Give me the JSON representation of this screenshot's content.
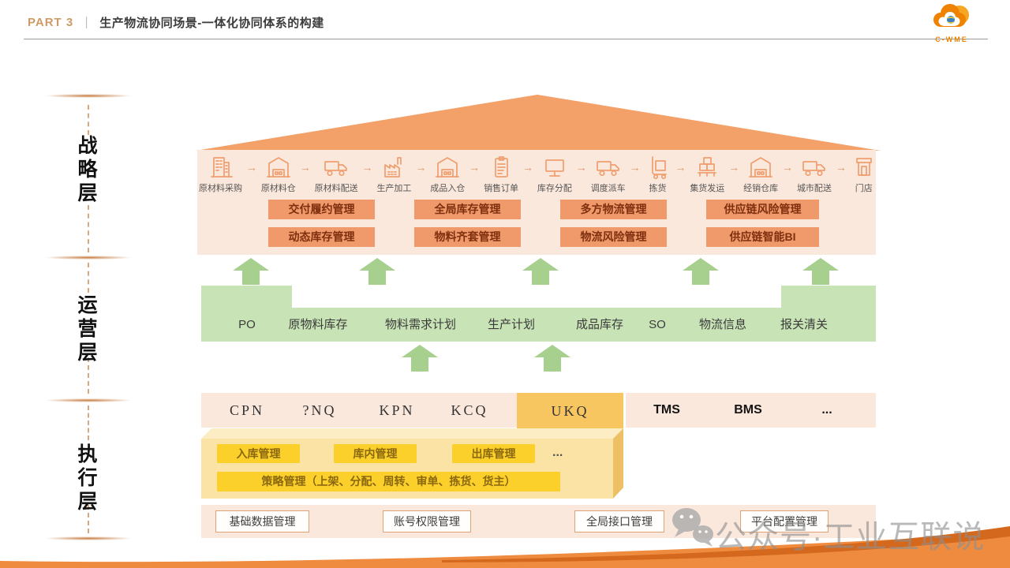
{
  "header": {
    "part_label": "PART 3",
    "divider": "｜",
    "title": "生产物流协同场景-一体化协同体系的构建",
    "logo_text": "C-WME"
  },
  "layers": {
    "strategy_label": "战略层",
    "operations_label": "运营层",
    "execution_label": "执行层"
  },
  "strategy": {
    "chain_arrow": "→",
    "chain": [
      {
        "label": "原材料采购",
        "icon": "building-icon"
      },
      {
        "label": "原材料仓",
        "icon": "warehouse-icon"
      },
      {
        "label": "原材料配送",
        "icon": "truck-icon"
      },
      {
        "label": "生产加工",
        "icon": "factory-icon"
      },
      {
        "label": "成品入仓",
        "icon": "warehouse-icon"
      },
      {
        "label": "销售订单",
        "icon": "order-icon"
      },
      {
        "label": "库存分配",
        "icon": "monitor-icon"
      },
      {
        "label": "调度派车",
        "icon": "truck-icon"
      },
      {
        "label": "拣货",
        "icon": "cart-icon"
      },
      {
        "label": "集货发运",
        "icon": "pallet-icon"
      },
      {
        "label": "经销仓库",
        "icon": "warehouse-icon"
      },
      {
        "label": "城市配送",
        "icon": "truck-icon"
      },
      {
        "label": "门店",
        "icon": "store-icon"
      }
    ],
    "management_buttons": [
      "交付履约管理",
      "全局库存管理",
      "多方物流管理",
      "供应链风险管理",
      "动态库存管理",
      "物料齐套管理",
      "物流风险管理",
      "供应链智能BI"
    ]
  },
  "operations": {
    "items": [
      "PO",
      "原物料库存",
      "物料需求计划",
      "生产计划",
      "成品库存",
      "SO",
      "物流信息",
      "报关清关"
    ]
  },
  "execution": {
    "wms_tabs": [
      "CPN",
      "?NQ",
      "KPN",
      "KCQ"
    ],
    "wms_active_tab": "UKQ",
    "other_systems": [
      "TMS",
      "BMS",
      "..."
    ],
    "warehouse_buttons": [
      "入库管理",
      "库内管理",
      "出库管理"
    ],
    "more_label": "...",
    "strategy_bar": "策略管理（上架、分配、周转、审单、拣货、货主）",
    "foundation_items": [
      "基础数据管理",
      "账号权限管理",
      "全局接口管理",
      "平台配置管理"
    ]
  },
  "watermark": {
    "text": "公众号·工业互联说"
  },
  "colors": {
    "accent_orange": "#F3A169",
    "light_pink": "#FBE8DC",
    "button_orange": "#F09A6B",
    "button_text": "#7E2F0E",
    "green_band": "#C8E3B5",
    "green_arrow": "#A7CF8D",
    "highlight_yellow": "#F8C661",
    "block_yellow": "#FCD02B",
    "swoosh_orange": "#EF8B3F",
    "swoosh_dark": "#D4691E",
    "watermark_gray": "#8F8F8F"
  }
}
